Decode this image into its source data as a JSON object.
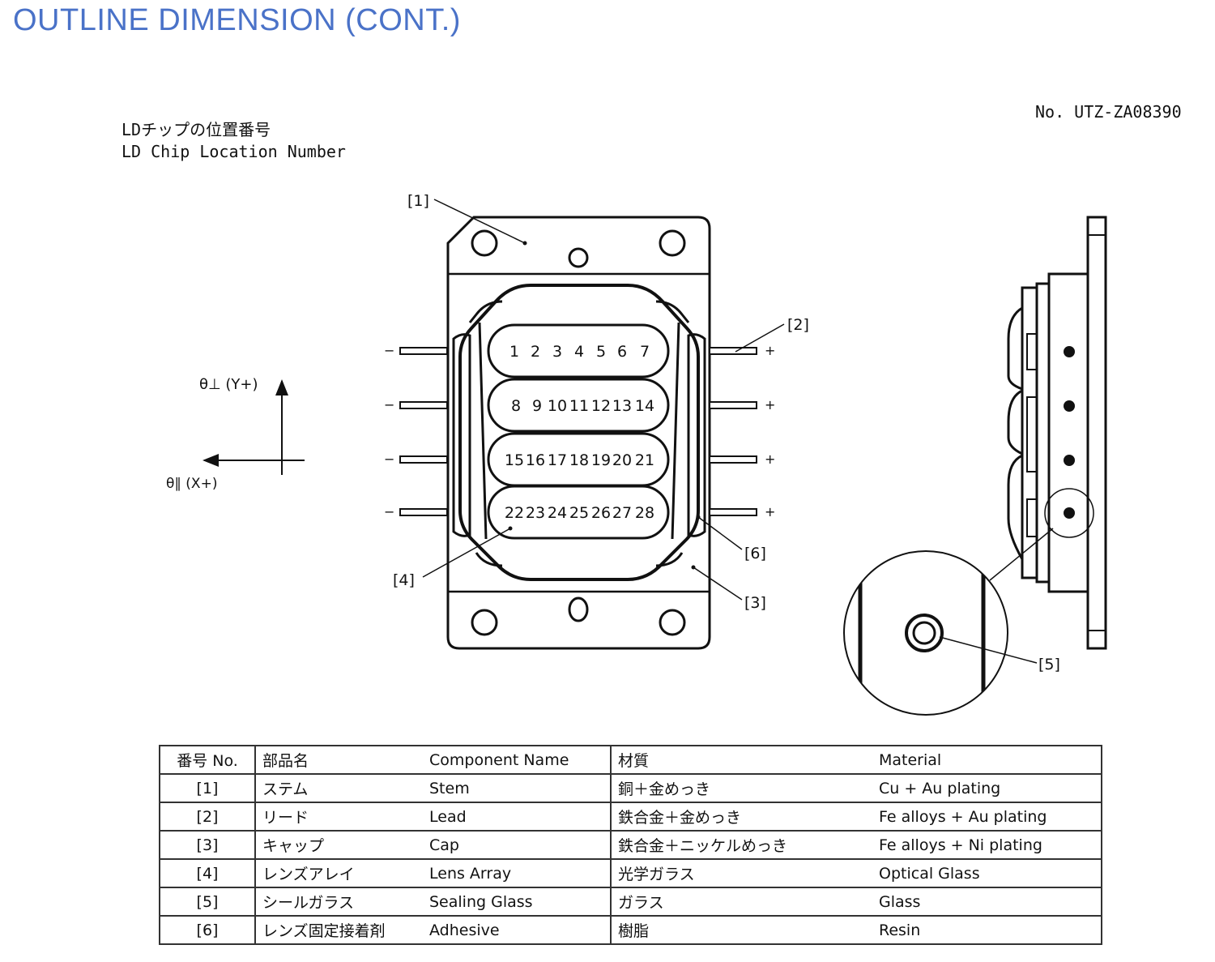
{
  "header": {
    "title": "OUTLINE DIMENSION (CONT.)",
    "doc_number": "No. UTZ-ZA08390"
  },
  "section": {
    "title_jp": "LDチップの位置番号",
    "title_en": "LD Chip Location Number"
  },
  "axes": {
    "y_label": "θ⊥ (Y+)",
    "x_label": "θ∥ (X+)"
  },
  "chips": {
    "rows": [
      [
        "1",
        "2",
        "3",
        "4",
        "5",
        "6",
        "7"
      ],
      [
        "8",
        "9",
        "10",
        "11",
        "12",
        "13",
        "14"
      ],
      [
        "15",
        "16",
        "17",
        "18",
        "19",
        "20",
        "21"
      ],
      [
        "22",
        "23",
        "24",
        "25",
        "26",
        "27",
        "28"
      ]
    ]
  },
  "leads": {
    "minus": "−",
    "plus": "+"
  },
  "callouts": {
    "c1": "[1]",
    "c2": "[2]",
    "c3": "[3]",
    "c4": "[4]",
    "c5": "[5]",
    "c6": "[6]"
  },
  "table": {
    "headers": {
      "no": "番号 No.",
      "name_jp": "部品名",
      "name_en": "Component Name",
      "material_jp": "材質",
      "material_en": "Material"
    },
    "rows": [
      {
        "no": "[1]",
        "name_jp": "ステム",
        "name_en": "Stem",
        "material_jp": "銅＋金めっき",
        "material_en": "Cu + Au plating"
      },
      {
        "no": "[2]",
        "name_jp": "リード",
        "name_en": "Lead",
        "material_jp": "鉄合金＋金めっき",
        "material_en": "Fe alloys + Au plating"
      },
      {
        "no": "[3]",
        "name_jp": "キャップ",
        "name_en": "Cap",
        "material_jp": "鉄合金＋ニッケルめっき",
        "material_en": "Fe alloys + Ni plating"
      },
      {
        "no": "[4]",
        "name_jp": "レンズアレイ",
        "name_en": "Lens Array",
        "material_jp": "光学ガラス",
        "material_en": "Optical Glass"
      },
      {
        "no": "[5]",
        "name_jp": "シールガラス",
        "name_en": "Sealing Glass",
        "material_jp": "ガラス",
        "material_en": "Glass"
      },
      {
        "no": "[6]",
        "name_jp": "レンズ固定接着剤",
        "name_en": "Adhesive",
        "material_jp": "樹脂",
        "material_en": "Resin"
      }
    ]
  }
}
